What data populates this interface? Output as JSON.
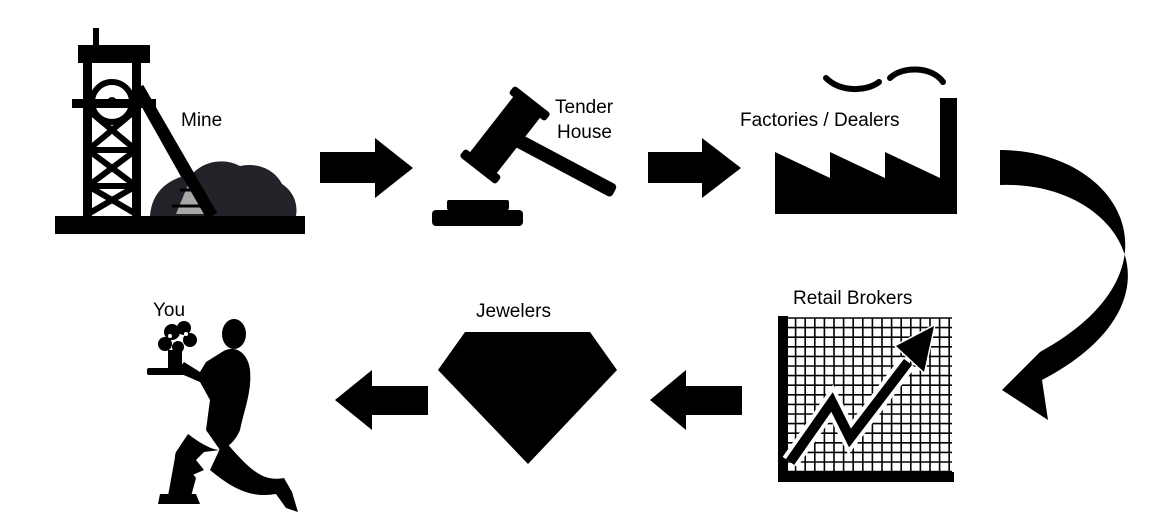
{
  "diagram": {
    "stages": [
      {
        "id": "mine",
        "label": "Mine"
      },
      {
        "id": "tender",
        "label_line1": "Tender",
        "label_line2": "House"
      },
      {
        "id": "factories",
        "label": "Factories / Dealers"
      },
      {
        "id": "retail",
        "label": "Retail Brokers"
      },
      {
        "id": "jewelers",
        "label": "Jewelers"
      },
      {
        "id": "you",
        "label": "You"
      }
    ]
  },
  "colors": {
    "ink": "#000000",
    "background": "#ffffff",
    "ore": "#222229",
    "ramp": "#a8a8a8"
  },
  "icons": [
    "mine-headframe-icon",
    "ore-pile-icon",
    "gavel-icon",
    "factory-icon",
    "smoke-icon",
    "rising-chart-icon",
    "diamond-icon",
    "kneeling-man-icon",
    "flowers-icon"
  ]
}
